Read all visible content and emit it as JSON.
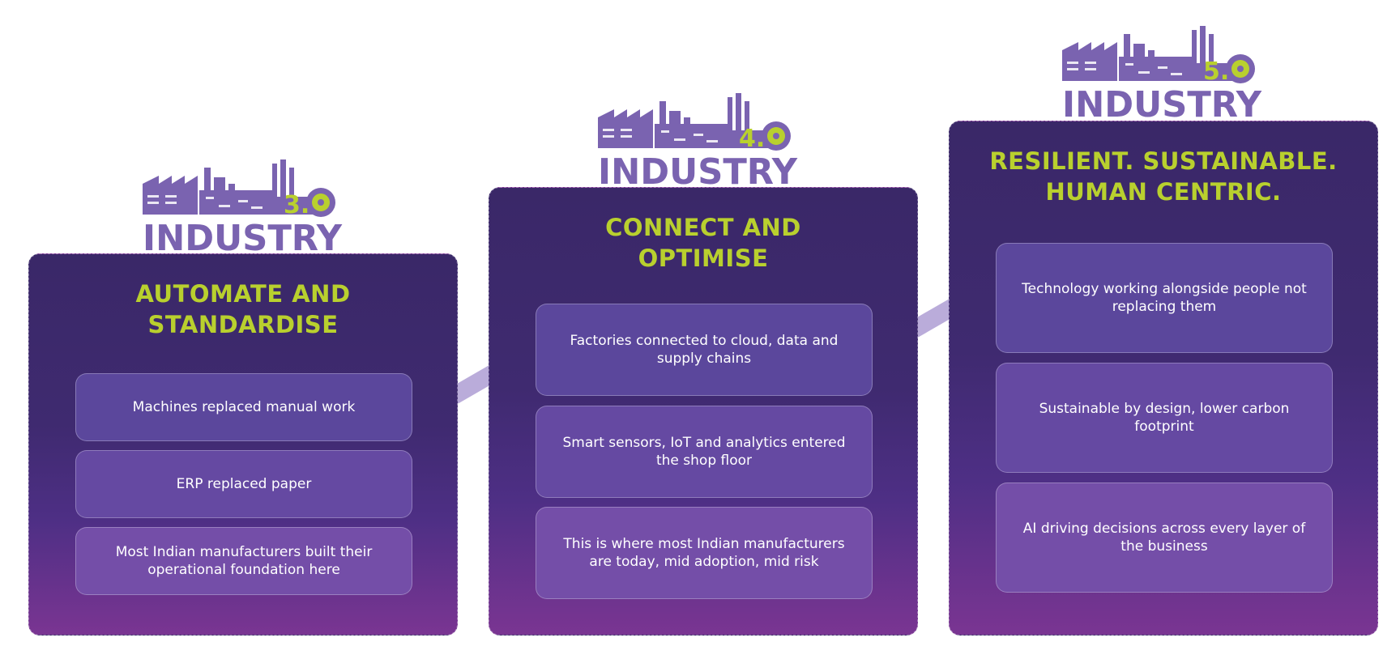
{
  "colors": {
    "accent": "#b9d02e",
    "logo_purple": "#7a63b0",
    "card_top": "#3a2868",
    "card_bottom": "#7a3592",
    "connector": "#b3a3d6"
  },
  "stages": [
    {
      "logo": {
        "number": "3.",
        "word": "INDUSTRY",
        "icon": "factory-gear-icon"
      },
      "heading": {
        "line1": "AUTOMATE AND",
        "line2": "STANDARDISE"
      },
      "items": [
        "Machines replaced manual work",
        "ERP replaced paper",
        "Most Indian manufacturers built their operational foundation here"
      ]
    },
    {
      "logo": {
        "number": "4.",
        "word": "INDUSTRY",
        "icon": "factory-gear-icon"
      },
      "heading": {
        "line1": "CONNECT AND",
        "line2": "OPTIMISE"
      },
      "items": [
        "Factories connected to cloud, data and supply chains",
        "Smart sensors, IoT and analytics entered the shop floor",
        "This is where most Indian manufacturers are today, mid adoption, mid risk"
      ]
    },
    {
      "logo": {
        "number": "5.",
        "word": "INDUSTRY",
        "icon": "factory-gear-icon"
      },
      "heading": {
        "line1": "RESILIENT. SUSTAINABLE.",
        "line2": "HUMAN CENTRIC."
      },
      "items": [
        "Technology working alongside people not replacing them",
        "Sustainable by design, lower carbon footprint",
        "AI driving decisions across every layer of the business"
      ]
    }
  ]
}
